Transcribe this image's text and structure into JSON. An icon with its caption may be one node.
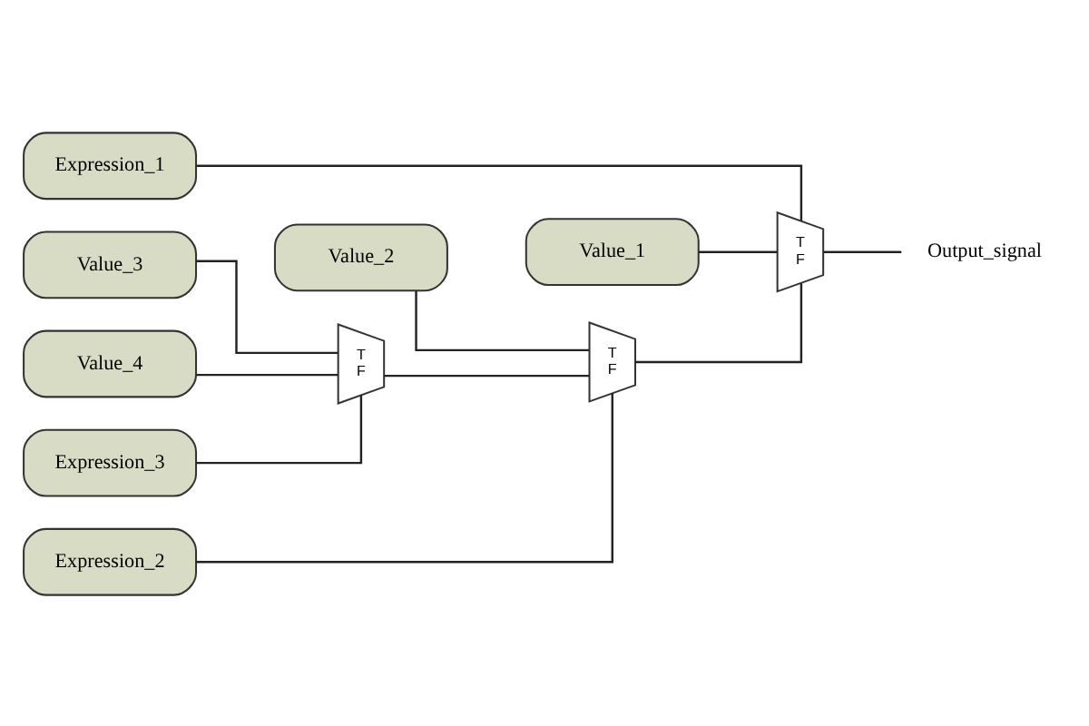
{
  "diagram": {
    "nodes": [
      {
        "text": [
          "Value_2"
        ]
      },
      {
        "text": [
          "Value_1"
        ]
      },
      {
        "text": [
          "Value_3"
        ]
      },
      {
        "text": [
          "T",
          "F"
        ]
      },
      {
        "text": [
          "T",
          "F"
        ]
      },
      {
        "text": [
          "T",
          "F"
        ]
      },
      {
        "text": [
          "Output_signal"
        ]
      },
      {
        "text": [
          "Value_4"
        ]
      },
      {
        "text": [
          "Expression_3"
        ]
      },
      {
        "text": [
          "Expression_2"
        ]
      },
      {
        "text": [
          "Expression_1"
        ]
      }
    ],
    "edges": [
      {
        "from": 2,
        "to": 3,
        "arrow": "none"
      },
      {
        "from": 7,
        "to": 3,
        "arrow": "none"
      },
      {
        "from": 8,
        "to": 3,
        "arrow": "none"
      },
      {
        "from": 3,
        "to": 4,
        "arrow": "none"
      },
      {
        "from": 0,
        "to": 4,
        "arrow": "none"
      },
      {
        "from": 9,
        "to": 4,
        "arrow": "none"
      },
      {
        "from": 4,
        "to": 5,
        "arrow": "none"
      },
      {
        "from": 1,
        "to": 5,
        "arrow": "none"
      },
      {
        "from": 10,
        "to": 5,
        "arrow": "none"
      },
      {
        "from": 5,
        "to": 6,
        "arrow": "none"
      }
    ]
  }
}
